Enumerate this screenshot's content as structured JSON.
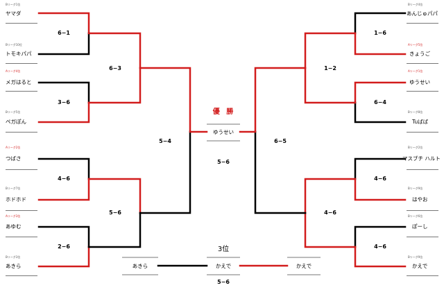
{
  "left": [
    {
      "tag": "Bリーグ1位",
      "tag_color": "gray",
      "name": "ヤマダ"
    },
    {
      "tag": "Bリーグ10位",
      "tag_color": "gray",
      "name": "トモキパパ"
    },
    {
      "tag": "Aリーグ4位",
      "tag_color": "red",
      "name": "メガはると"
    },
    {
      "tag": "Bリーグ5位",
      "tag_color": "gray",
      "name": "ペガぽん"
    },
    {
      "tag": "Aリーグ2位",
      "tag_color": "red",
      "name": "つばさ"
    },
    {
      "tag": "Bリーグ7位",
      "tag_color": "gray",
      "name": "ホドホド"
    },
    {
      "tag": "Aリーグ3位",
      "tag_color": "red",
      "name": "あゆむ"
    },
    {
      "tag": "Bリーグ3位",
      "tag_color": "gray",
      "name": "あきら"
    }
  ],
  "right": [
    {
      "tag": "Bリーグ4位",
      "tag_color": "gray",
      "name": "あんじゅパパ"
    },
    {
      "tag": "Aリーグ5位",
      "tag_color": "red",
      "name": "きょうご"
    },
    {
      "tag": "Aリーグ1位",
      "tag_color": "red",
      "name": "ゆうせい"
    },
    {
      "tag": "Bリーグ8位",
      "tag_color": "gray",
      "name": "Tuばば"
    },
    {
      "tag": "Bリーグ2位",
      "tag_color": "gray",
      "name": "マスブチ ハルト"
    },
    {
      "tag": "Bリーグ9位",
      "tag_color": "gray",
      "name": "はやお"
    },
    {
      "tag": "Bリーグ6位",
      "tag_color": "gray",
      "name": "ぽーし"
    },
    {
      "tag": "Bリーグ9位",
      "tag_color": "gray",
      "name": "かえで"
    }
  ],
  "scores": {
    "l_r1_1": "6−1",
    "l_r1_2": "3−6",
    "l_r1_3": "4−6",
    "l_r1_4": "2−6",
    "l_r2_1": "6−3",
    "l_r2_2": "5−6",
    "l_semi": "5−4",
    "r_r1_1": "1−6",
    "r_r1_2": "6−4",
    "r_r1_3": "4−6",
    "r_r1_4": "4−6",
    "r_r2_1": "1−2",
    "r_r2_2": "4−6",
    "r_semi": "6−5",
    "final": "5−6",
    "third": "5−6"
  },
  "champion": {
    "title": "優 勝",
    "name": "ゆうせい"
  },
  "third_place": {
    "title": "3位",
    "left_name": "あきら",
    "winner_name": "かえで",
    "right_name": "かえで"
  },
  "colors": {
    "win": "#d21c1c",
    "lose": "#000000",
    "tag_red": "#d21c1c",
    "underline": "#777777"
  }
}
